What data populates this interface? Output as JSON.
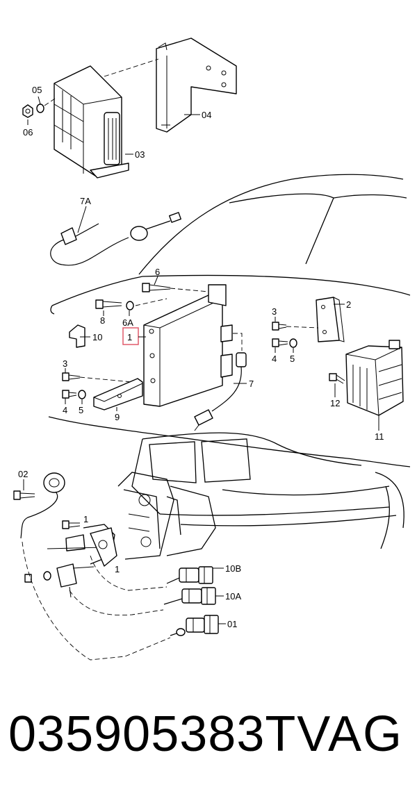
{
  "labels": {
    "p05": "05",
    "p06": "06",
    "p04": "04",
    "p03": "03",
    "p7A": "7A",
    "p6": "6",
    "p8": "8",
    "p6A": "6A",
    "p1": "1",
    "p10": "10",
    "p2": "2",
    "p3a": "3",
    "p4a": "4",
    "p5a": "5",
    "p3b": "3",
    "p4b": "4",
    "p5b": "5",
    "p9": "9",
    "p7": "7",
    "p12": "12",
    "p11": "11",
    "p02": "02",
    "p1b": "1",
    "p1c": "1",
    "p10B": "10B",
    "p10A": "10A",
    "p01": "01"
  },
  "footer": {
    "part_number": "035905383T",
    "brand": "VAG"
  },
  "colors": {
    "highlight": "#e05a6a",
    "line": "#000000"
  }
}
